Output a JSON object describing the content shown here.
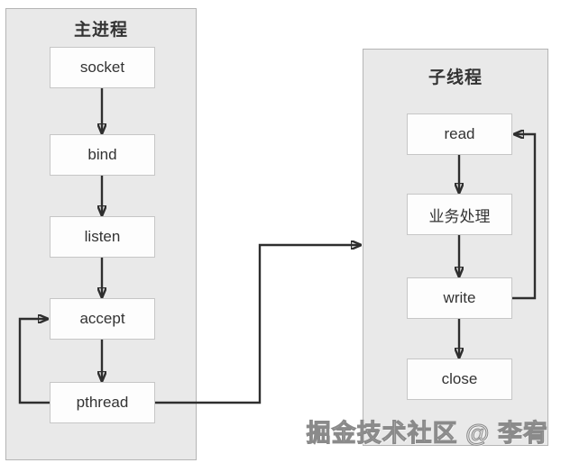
{
  "diagram": {
    "panels": [
      {
        "id": "main-process",
        "title": "主进程",
        "nodes": [
          "socket",
          "bind",
          "listen",
          "accept",
          "pthread"
        ]
      },
      {
        "id": "child-thread",
        "title": "子线程",
        "nodes": [
          "read",
          "业务处理",
          "write",
          "close"
        ]
      }
    ],
    "edges": [
      {
        "from": "socket",
        "to": "bind",
        "type": "down"
      },
      {
        "from": "bind",
        "to": "listen",
        "type": "down"
      },
      {
        "from": "listen",
        "to": "accept",
        "type": "down"
      },
      {
        "from": "accept",
        "to": "pthread",
        "type": "down"
      },
      {
        "from": "pthread",
        "to": "accept",
        "type": "loop-back-left"
      },
      {
        "from": "pthread",
        "to": "child-thread-panel",
        "type": "cross-panel"
      },
      {
        "from": "read",
        "to": "业务处理",
        "type": "down"
      },
      {
        "from": "业务处理",
        "to": "write",
        "type": "down"
      },
      {
        "from": "write",
        "to": "close",
        "type": "down"
      },
      {
        "from": "write",
        "to": "read",
        "type": "loop-back-right"
      }
    ],
    "colors": {
      "panel_fill": "#e9e9e9",
      "panel_border": "#b5b5b5",
      "node_fill": "#fdfdfd",
      "node_border": "#c6c6c6",
      "arrow_line": "#2e2e2e",
      "text": "#333333"
    }
  },
  "watermark": {
    "text": "掘金技术社区 @ 李宥"
  }
}
